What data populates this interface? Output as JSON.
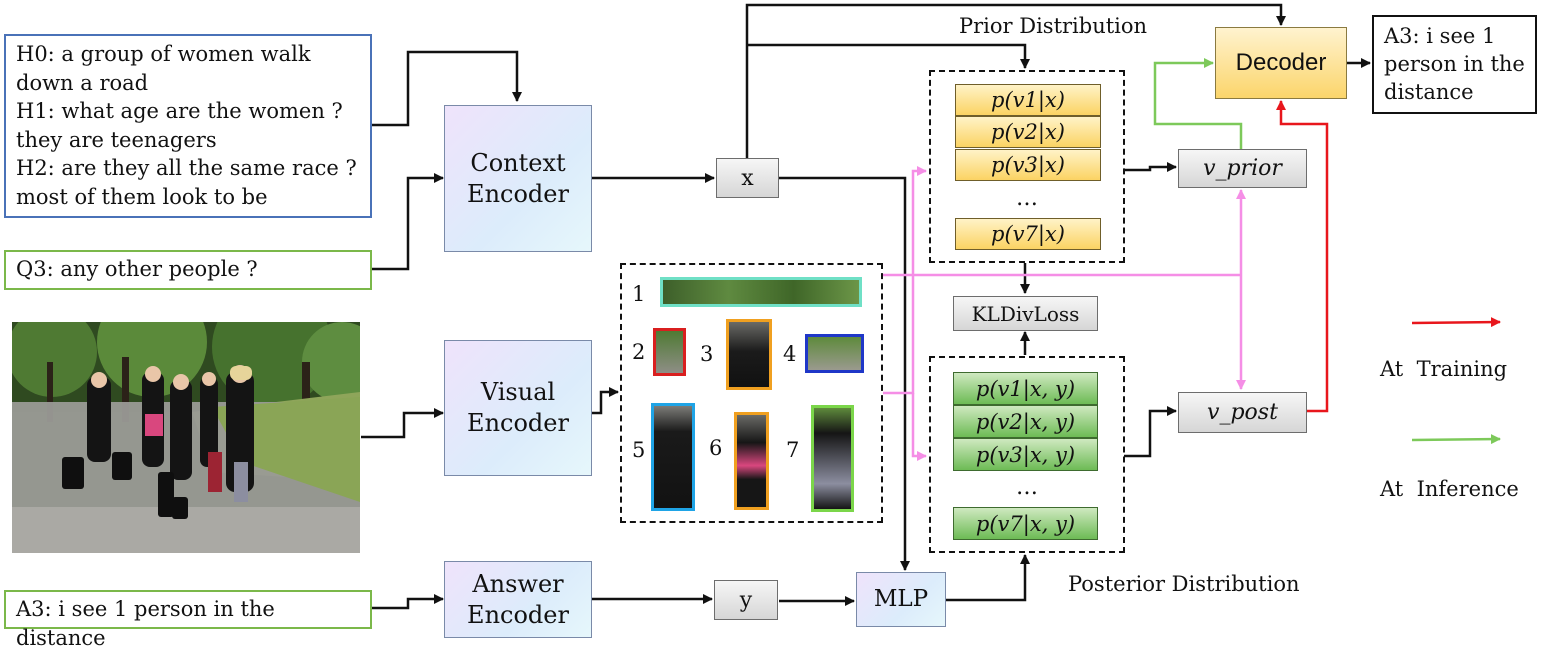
{
  "dialog": {
    "h0_line1": "H0: a group of women walk",
    "h0_line2": "down a road",
    "h1_line1": "H1: what age are the women ?",
    "h1_line2": "they are teenagers",
    "h2_line1": "H2: are they all the same race ?",
    "h2_line2": "most of them look to be"
  },
  "question": "Q3: any other people ?",
  "answer_input": "A3: i see 1 person in the distance",
  "output_answer": {
    "line1": "A3: i see 1",
    "line2": "person in the",
    "line3": "distance"
  },
  "encoders": {
    "context": [
      "Context",
      "Encoder"
    ],
    "visual": [
      "Visual",
      "Encoder"
    ],
    "answer": [
      "Answer",
      "Encoder"
    ]
  },
  "nodes": {
    "x": "x",
    "y": "y",
    "mlp": "MLP",
    "decoder": "Decoder",
    "kl": "KLDivLoss"
  },
  "prior": {
    "title": "Prior Distribution",
    "items": [
      "p(v1|x)",
      "p(v2|x)",
      "p(v3|x)",
      "p(v7|x)"
    ],
    "ellipsis": "…",
    "v_label": "v_prior"
  },
  "posterior": {
    "title": "Posterior Distribution",
    "items": [
      "p(v1|x, y)",
      "p(v2|x, y)",
      "p(v3|x, y)",
      "p(v7|x, y)"
    ],
    "ellipsis": "…",
    "v_label": "v_post"
  },
  "regions": {
    "numbers": [
      "1",
      "2",
      "3",
      "4",
      "5",
      "6",
      "7"
    ]
  },
  "legend": {
    "training": "At  Training",
    "inference": "At  Inference"
  },
  "colors": {
    "training_arrow": "#e8161c",
    "inference_arrow": "#7dc95a",
    "visual_arrow": "#f58ee6",
    "dialog_border": "#4a72b8",
    "question_border": "#7bb84a"
  }
}
